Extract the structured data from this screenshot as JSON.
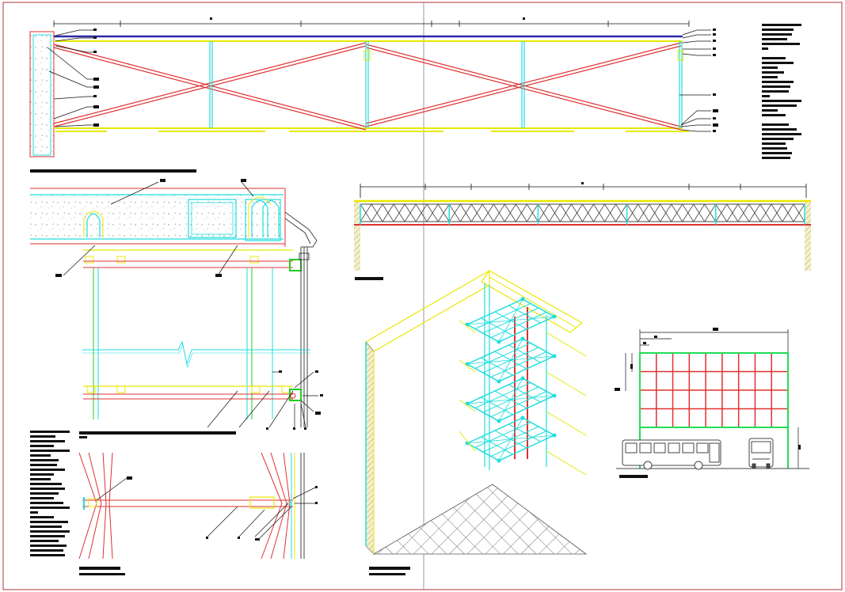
{
  "title": "",
  "panels": [
    {
      "id": "truss-elevation"
    },
    {
      "id": "notes-top-right"
    },
    {
      "id": "slab-connection-detail"
    },
    {
      "id": "section-detail"
    },
    {
      "id": "notes-bottom-left"
    },
    {
      "id": "plan-detail"
    },
    {
      "id": "long-span-truss"
    },
    {
      "id": "isometric-frame"
    },
    {
      "id": "facade-with-buses"
    }
  ],
  "colors": {
    "red": "#e03030",
    "cyan": "#22dddd",
    "yellow": "#e8e800",
    "green": "#22cc22",
    "blue": "#2a2aa8",
    "grey": "#888888",
    "black": "#111111",
    "frame": "#b03030",
    "panel_divider": "#999999"
  },
  "icons": [
    "bus-side-icon",
    "bus-front-icon",
    "break-line-icon"
  ]
}
